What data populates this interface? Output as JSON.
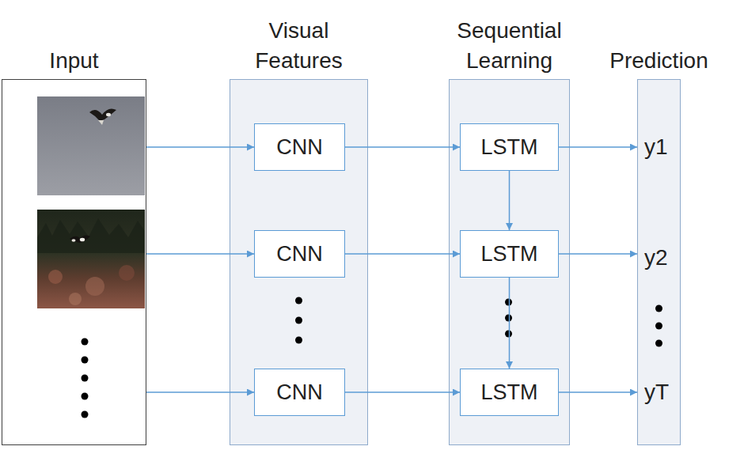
{
  "diagram": {
    "nodes": [
      {
        "text": [
          "Input"
        ]
      },
      {
        "text": [
          "Visual Features"
        ]
      },
      {
        "text": [
          "CNN"
        ],
        "in": 1
      },
      {
        "text": [
          "CNN"
        ],
        "in": 1
      },
      {
        "text": [
          "CNN"
        ],
        "in": 1
      },
      {
        "text": [
          "Sequential Learning"
        ]
      },
      {
        "text": [
          "LSTM"
        ],
        "in": 5
      },
      {
        "text": [
          "LSTM"
        ],
        "in": 5
      },
      {
        "text": [
          "LSTM"
        ],
        "in": 5
      },
      {
        "text": [
          "Prediction",
          "y1",
          "y2",
          "yT"
        ]
      }
    ],
    "edges": [
      {
        "from": 0,
        "to": 2,
        "arrow": "to"
      },
      {
        "from": 0,
        "to": 3,
        "arrow": "to"
      },
      {
        "from": 0,
        "to": 4,
        "arrow": "to"
      },
      {
        "from": 2,
        "to": 6,
        "arrow": "to"
      },
      {
        "from": 3,
        "to": 7,
        "arrow": "to"
      },
      {
        "from": 4,
        "to": 8,
        "arrow": "to"
      },
      {
        "from": 6,
        "to": 7,
        "arrow": "to"
      },
      {
        "from": 7,
        "to": 8,
        "arrow": "to"
      },
      {
        "from": 6,
        "to": 9,
        "arrow": "to"
      },
      {
        "from": 7,
        "to": 9,
        "arrow": "to"
      },
      {
        "from": 8,
        "to": 9,
        "arrow": "to"
      }
    ]
  }
}
